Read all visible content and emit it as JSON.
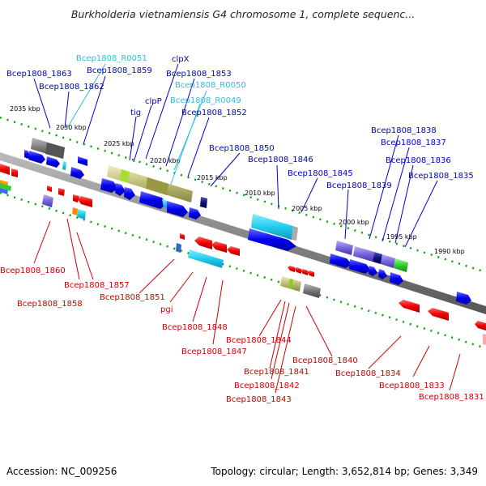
{
  "title": "Burkholderia vietnamiensis G4 chromosome 1, complete sequenc...",
  "footer": {
    "accession": "Accession: NC_009256",
    "topology": "Topology: circular; Length: 3,652,814 bp; Genes: 3,349"
  },
  "colors": {
    "backbone": "#888888",
    "forward_gene": "#0000ee",
    "reverse_gene": "#ee0000",
    "rna_gene": "#33bbdd",
    "tick": "#00aa00"
  },
  "kbp_ticks": [
    "2035 kbp",
    "2030 kbp",
    "2025 kbp",
    "2020 kbp",
    "2015 kbp",
    "2010 kbp",
    "2005 kbp",
    "2000 kbp",
    "1995 kbp",
    "1990 kbp"
  ],
  "top_labels": [
    {
      "text": "Bcep1808_R0051",
      "style": "cyan"
    },
    {
      "text": "clpX",
      "style": "blue"
    },
    {
      "text": "Bcep1808_1863",
      "style": "blue"
    },
    {
      "text": "Bcep1808_1859",
      "style": "blue"
    },
    {
      "text": "Bcep1808_1853",
      "style": "blue"
    },
    {
      "text": "Bcep1808_1862",
      "style": "blue"
    },
    {
      "text": "Bcep1808_R0050",
      "style": "cyan"
    },
    {
      "text": "clpP",
      "style": "blue"
    },
    {
      "text": "Bcep1808_R0049",
      "style": "cyan"
    },
    {
      "text": "tig",
      "style": "blue"
    },
    {
      "text": "Bcep1808_1852",
      "style": "blue"
    },
    {
      "text": "Bcep1808_1850",
      "style": "blue"
    },
    {
      "text": "Bcep1808_1846",
      "style": "blue"
    },
    {
      "text": "Bcep1808_1845",
      "style": "blue"
    },
    {
      "text": "Bcep1808_1839",
      "style": "blue"
    },
    {
      "text": "Bcep1808_1838",
      "style": "blue"
    },
    {
      "text": "Bcep1808_1837",
      "style": "blue"
    },
    {
      "text": "Bcep1808_1836",
      "style": "blue"
    },
    {
      "text": "Bcep1808_1835",
      "style": "blue"
    }
  ],
  "bottom_labels": [
    {
      "text": "Bcep1808_1860"
    },
    {
      "text": "Bcep1808_1857"
    },
    {
      "text": "Bcep1808_1858"
    },
    {
      "text": "Bcep1808_1851"
    },
    {
      "text": "pgi"
    },
    {
      "text": "Bcep1808_1848"
    },
    {
      "text": "Bcep1808_1847"
    },
    {
      "text": "Bcep1808_1844"
    },
    {
      "text": "Bcep1808_1841"
    },
    {
      "text": "Bcep1808_1842"
    },
    {
      "text": "Bcep1808_1843"
    },
    {
      "text": "Bcep1808_1840"
    },
    {
      "text": "Bcep1808_1834"
    },
    {
      "text": "Bcep1808_1833"
    },
    {
      "text": "Bcep1808_1831"
    }
  ]
}
